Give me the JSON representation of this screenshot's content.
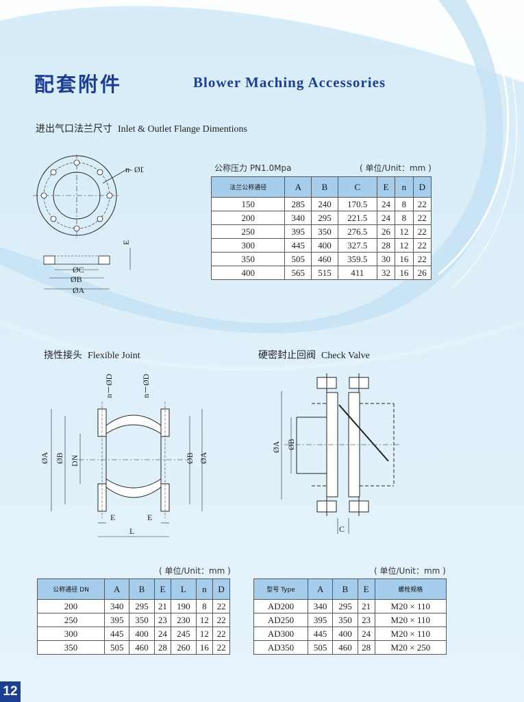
{
  "header": {
    "title_cn": "配套附件",
    "title_en": "Blower Maching Accessories"
  },
  "flange": {
    "heading_cn": "进出气口法兰尺寸",
    "heading_en": "Inlet & Outlet Flange Dimentions",
    "pressure": "公称压力 PN1.0Mpa",
    "unit": "( 单位/Unit：mm )",
    "labels": {
      "nd": "n- ØD",
      "c": "ØC",
      "b": "ØB",
      "a": "ØA",
      "e": "E"
    },
    "columns": [
      "法兰公称通径",
      "A",
      "B",
      "C",
      "E",
      "n",
      "D"
    ],
    "rows": [
      [
        "150",
        "285",
        "240",
        "170.5",
        "24",
        "8",
        "22"
      ],
      [
        "200",
        "340",
        "295",
        "221.5",
        "24",
        "8",
        "22"
      ],
      [
        "250",
        "395",
        "350",
        "276.5",
        "26",
        "12",
        "22"
      ],
      [
        "300",
        "445",
        "400",
        "327.5",
        "28",
        "12",
        "22"
      ],
      [
        "350",
        "505",
        "460",
        "359.5",
        "30",
        "16",
        "22"
      ],
      [
        "400",
        "565",
        "515",
        "411",
        "32",
        "16",
        "26"
      ]
    ]
  },
  "joint": {
    "heading_cn": "挠性接头",
    "heading_en": "Flexible Joint",
    "unit": "( 单位/Unit：mm )",
    "labels": {
      "nd": "n－ØD",
      "a": "ØA",
      "b": "ØB",
      "dn": "DN",
      "e": "E",
      "l": "L"
    },
    "columns": [
      "公称通径 DN",
      "A",
      "B",
      "E",
      "L",
      "n",
      "D"
    ],
    "rows": [
      [
        "200",
        "340",
        "295",
        "21",
        "190",
        "8",
        "22"
      ],
      [
        "250",
        "395",
        "350",
        "23",
        "230",
        "12",
        "22"
      ],
      [
        "300",
        "445",
        "400",
        "24",
        "245",
        "12",
        "22"
      ],
      [
        "350",
        "505",
        "460",
        "28",
        "260",
        "16",
        "22"
      ]
    ]
  },
  "valve": {
    "heading_cn": "硬密封止回阀",
    "heading_en": "Check Valve",
    "unit": "( 单位/Unit：mm )",
    "labels": {
      "a": "ØA",
      "b": "ØB",
      "c": "C"
    },
    "columns": [
      "型号 Type",
      "A",
      "B",
      "E",
      "螺栓规格"
    ],
    "rows": [
      [
        "AD200",
        "340",
        "295",
        "21",
        "M20 × 110"
      ],
      [
        "AD250",
        "395",
        "350",
        "23",
        "M20 × 110"
      ],
      [
        "AD300",
        "445",
        "400",
        "24",
        "M20 × 110"
      ],
      [
        "AD350",
        "505",
        "460",
        "28",
        "M20 × 250"
      ]
    ]
  },
  "page_number": "12",
  "colors": {
    "accent": "#1c3f94",
    "header_cell": "#a7cdec",
    "background": "#d9eef9"
  }
}
